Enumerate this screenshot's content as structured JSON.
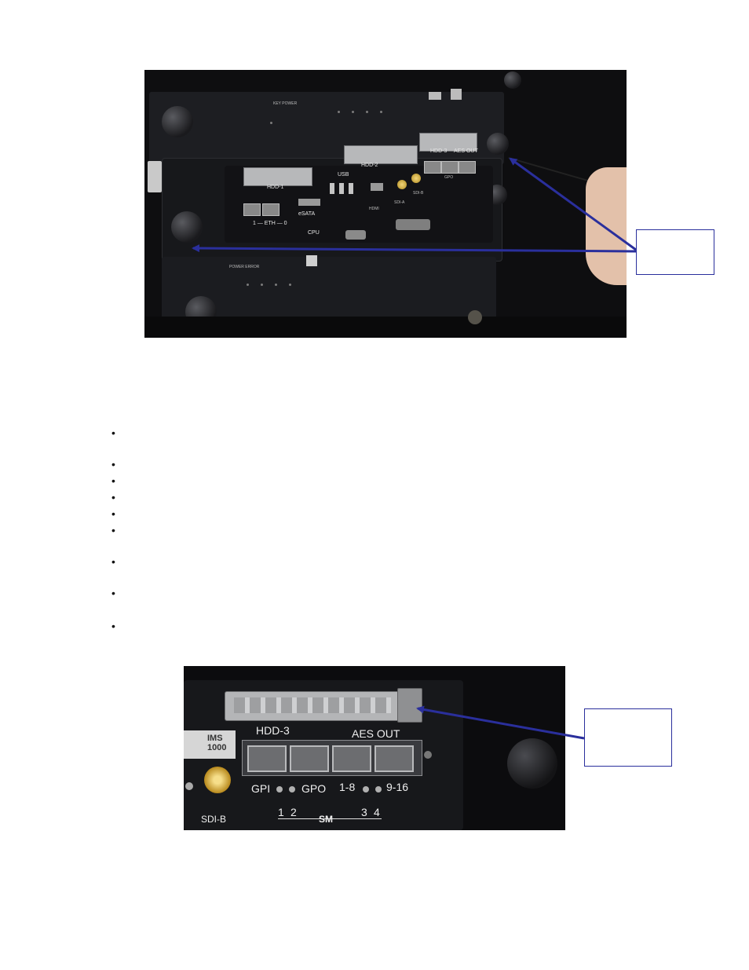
{
  "photo1": {
    "panel_labels": {
      "power": "KEY POWER",
      "hdd1": "HDD-1",
      "hdd2": "HDD-2",
      "hdd3": "HDD-3",
      "aes_out": "AES OUT",
      "usb": "USB",
      "esata": "eSATA",
      "eth": "1 — ETH — 0",
      "cpu": "CPU",
      "hdmi": "HDMI",
      "sdi_a": "SDI-A",
      "sdi_b": "SDI-B",
      "gpo": "GPO",
      "power_error": "POWER ERROR"
    }
  },
  "callout_top": {
    "text": ""
  },
  "bullets": [
    "",
    "",
    "",
    "",
    "",
    "",
    "",
    ""
  ],
  "photo2": {
    "labels": {
      "hdd3": "HDD-3",
      "aes_out": "AES OUT",
      "gpi": "GPI",
      "gpo": "GPO",
      "range_1_8": "1-8",
      "range_9_16": "9-16",
      "sdi_b": "SDI-B",
      "sm": "SM",
      "sm_1": "1",
      "sm_2": "2",
      "sm_3": "3",
      "sm_4": "4",
      "logo_model": "IMS 1000"
    }
  },
  "callout_bottom": {
    "text": ""
  },
  "colors": {
    "arrow": "#2a2f9c",
    "callout_border": "#2a2f9c"
  }
}
